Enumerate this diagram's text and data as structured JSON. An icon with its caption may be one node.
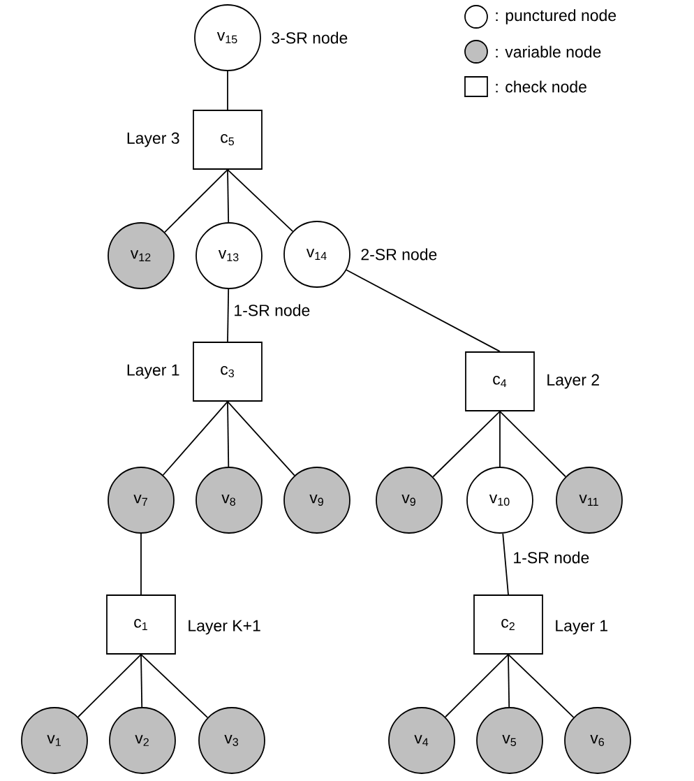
{
  "diagram": {
    "nodes": [
      {
        "text": [
          "v$_{15}$"
        ],
        "beside": [
          "3-SR node"
        ]
      },
      {
        "text": [
          "c$_{5}$"
        ],
        "beside": [
          "Layer 3"
        ]
      },
      {
        "text": [
          "v$_{12}$"
        ]
      },
      {
        "text": [
          "v$_{13}$"
        ],
        "beside": [
          "1-SR node"
        ]
      },
      {
        "text": [
          "v$_{14}$"
        ],
        "beside": [
          "2-SR node"
        ]
      },
      {
        "text": [
          "c$_{3}$"
        ],
        "beside": [
          "Layer 1"
        ]
      },
      {
        "text": [
          "c$_{4}$"
        ],
        "beside": [
          "Layer 2"
        ]
      },
      {
        "text": [
          "v$_{7}$"
        ]
      },
      {
        "text": [
          "v$_{8}$"
        ]
      },
      {
        "text": [
          "v$_{9}$"
        ]
      },
      {
        "text": [
          "v$_{9}$"
        ]
      },
      {
        "text": [
          "v$_{10}$"
        ],
        "beside": [
          "1-SR node"
        ]
      },
      {
        "text": [
          "v$_{11}$"
        ]
      },
      {
        "text": [
          "c$_{1}$"
        ],
        "beside": [
          "Layer K+1"
        ]
      },
      {
        "text": [
          "c$_{2}$"
        ],
        "beside": [
          "Layer 1"
        ]
      },
      {
        "text": [
          "v$_{1}$"
        ]
      },
      {
        "text": [
          "v$_{2}$"
        ]
      },
      {
        "text": [
          "v$_{3}$"
        ]
      },
      {
        "text": [
          "v$_{4}$"
        ]
      },
      {
        "text": [
          "v$_{5}$"
        ]
      },
      {
        "text": [
          "v$_{6}$"
        ]
      }
    ],
    "edges": [
      {
        "from": 0,
        "to": 1,
        "arrow": "none"
      },
      {
        "from": 1,
        "to": 2,
        "arrow": "none"
      },
      {
        "from": 1,
        "to": 3,
        "arrow": "none"
      },
      {
        "from": 1,
        "to": 4,
        "arrow": "none"
      },
      {
        "from": 3,
        "to": 5,
        "arrow": "none"
      },
      {
        "from": 4,
        "to": 6,
        "arrow": "none"
      },
      {
        "from": 5,
        "to": 7,
        "arrow": "none"
      },
      {
        "from": 5,
        "to": 8,
        "arrow": "none"
      },
      {
        "from": 5,
        "to": 9,
        "arrow": "none"
      },
      {
        "from": 6,
        "to": 10,
        "arrow": "none"
      },
      {
        "from": 6,
        "to": 11,
        "arrow": "none"
      },
      {
        "from": 6,
        "to": 12,
        "arrow": "none"
      },
      {
        "from": 7,
        "to": 13,
        "arrow": "none"
      },
      {
        "from": 11,
        "to": 14,
        "arrow": "none"
      },
      {
        "from": 13,
        "to": 15,
        "arrow": "none"
      },
      {
        "from": 13,
        "to": 16,
        "arrow": "none"
      },
      {
        "from": 13,
        "to": 17,
        "arrow": "none"
      },
      {
        "from": 14,
        "to": 18,
        "arrow": "none"
      },
      {
        "from": 14,
        "to": 19,
        "arrow": "none"
      },
      {
        "from": 14,
        "to": 20,
        "arrow": "none"
      }
    ],
    "legend": [
      {
        "text": ": punctured node"
      },
      {
        "text": ": variable node"
      },
      {
        "text": ": check node"
      }
    ]
  }
}
